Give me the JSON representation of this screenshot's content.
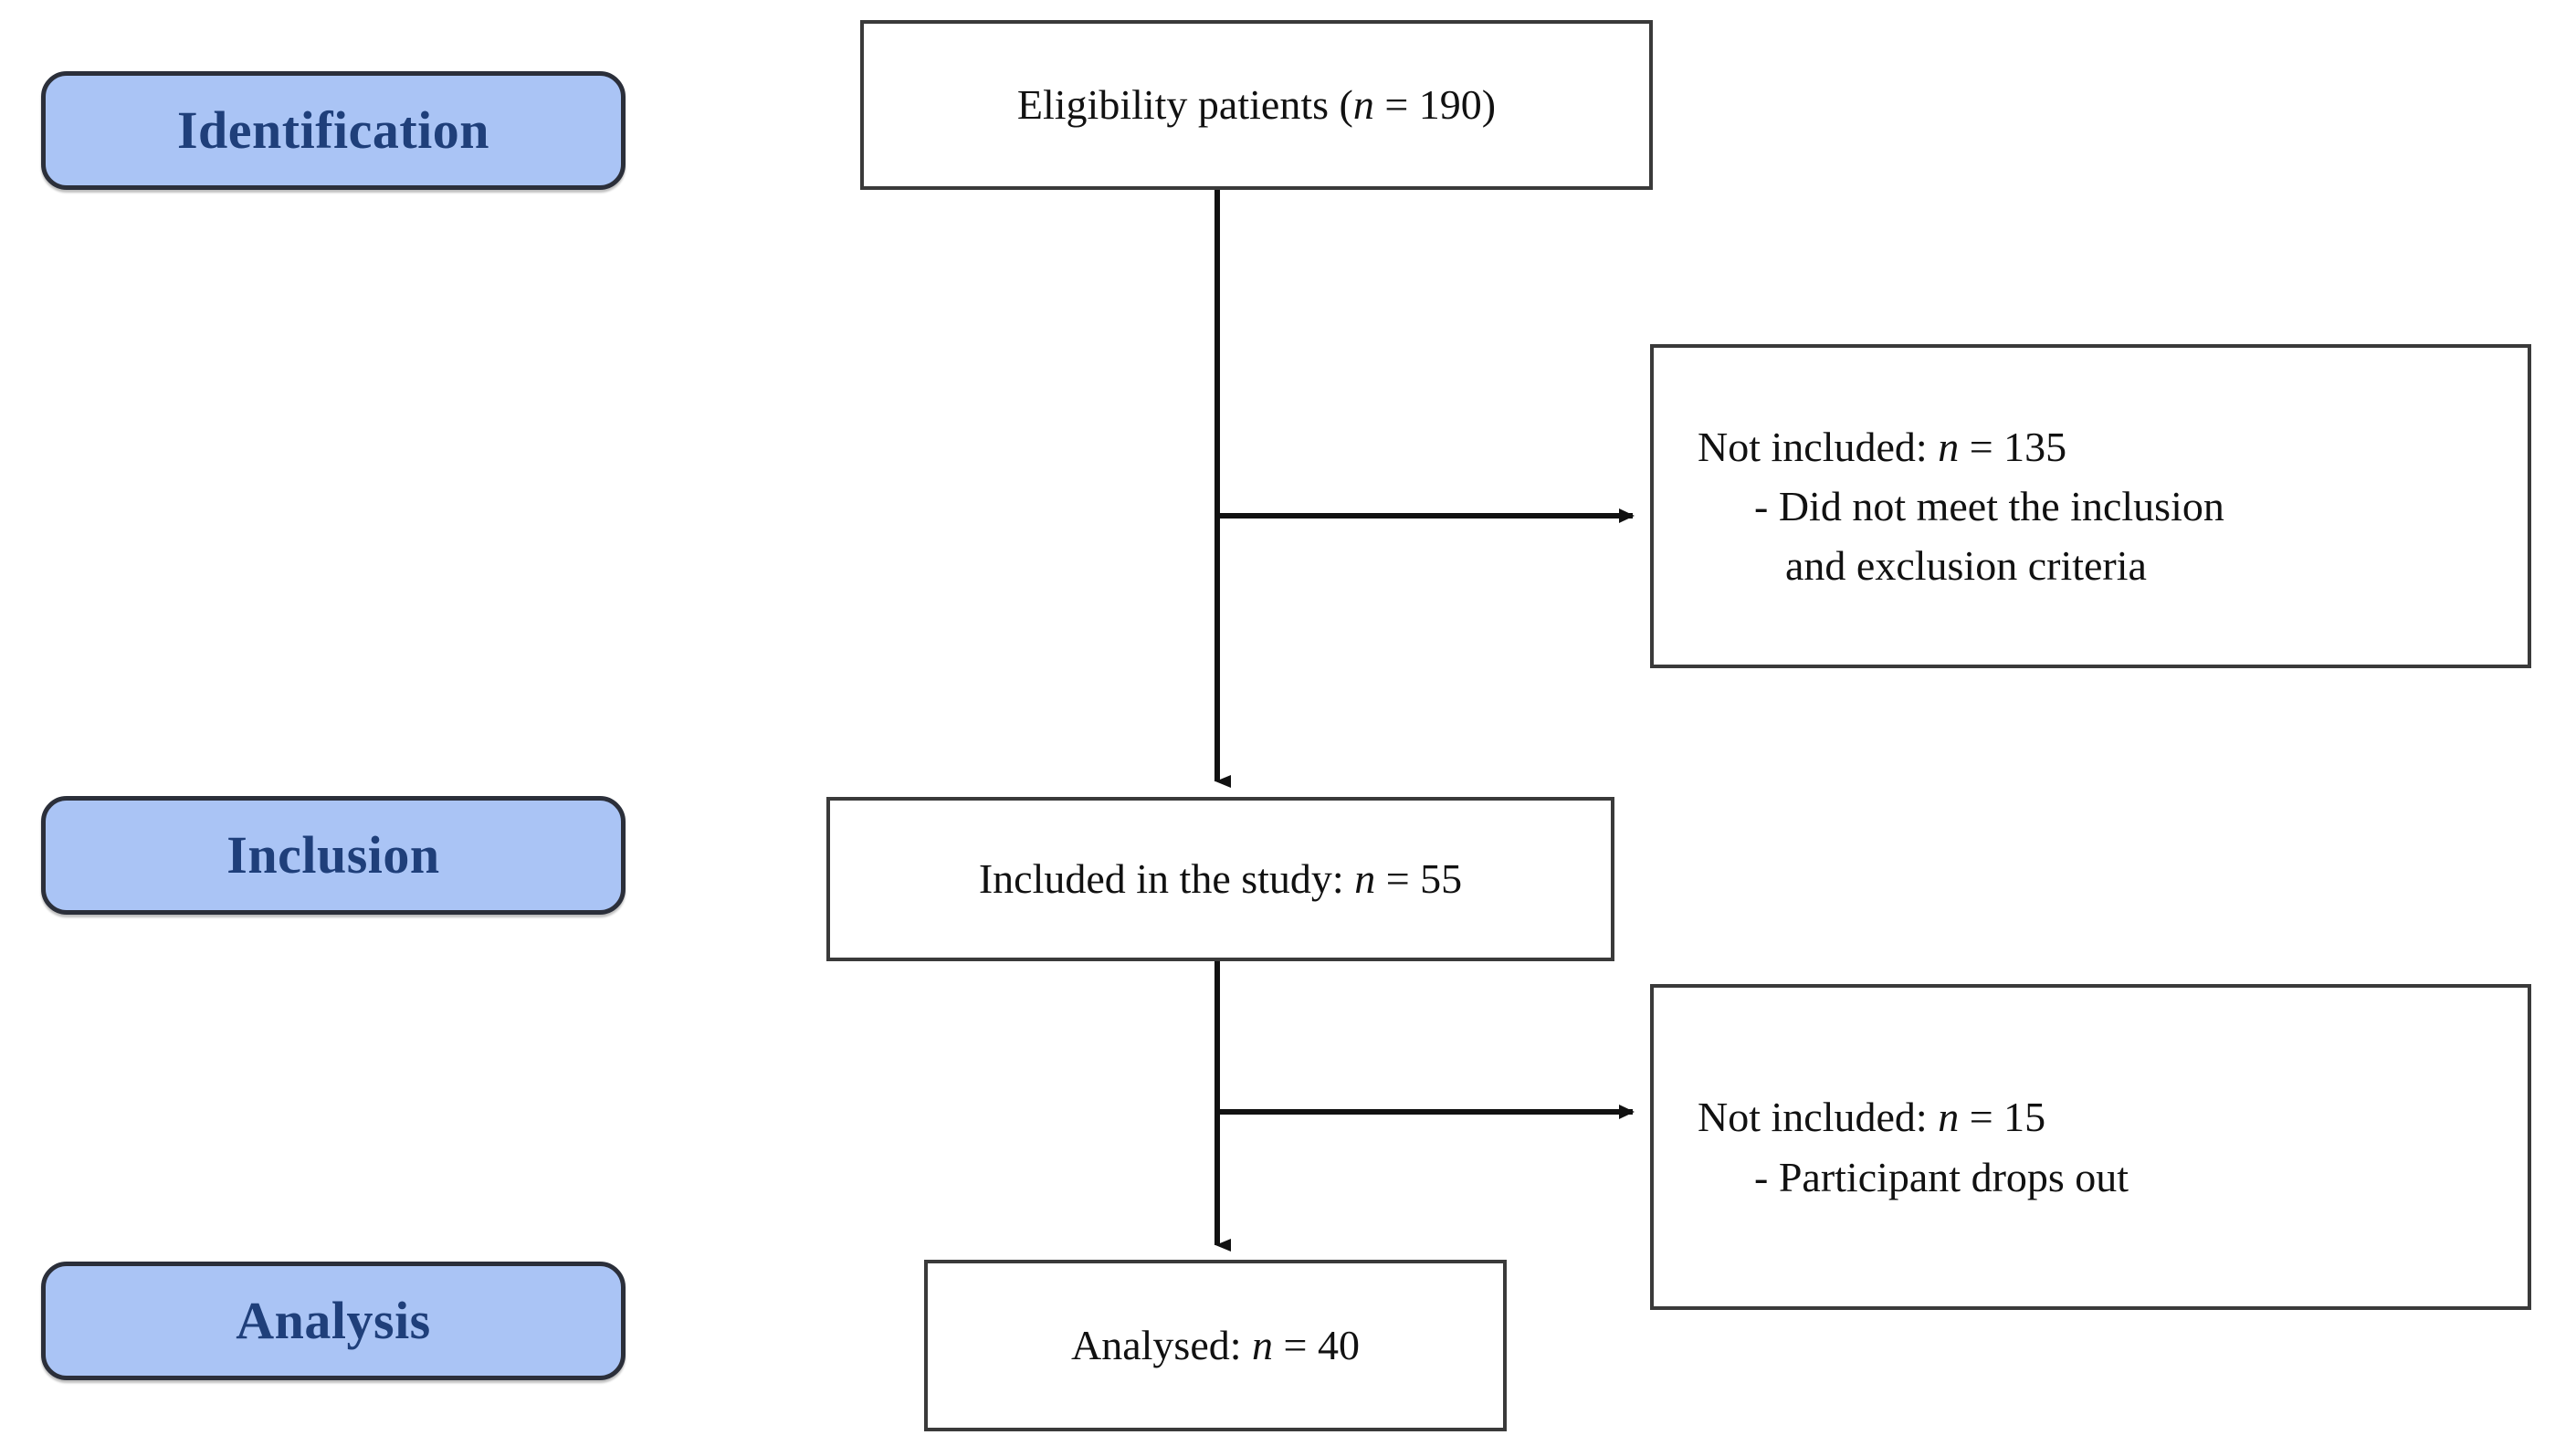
{
  "figure": {
    "type": "prisma-flow-diagram",
    "background_color": "#ffffff",
    "accent_color": "#aac4f5",
    "accent_text_color": "#1f3f7a",
    "box_border_color": "#3a3a3a"
  },
  "stages": [
    {
      "id": "identification",
      "label": "Identification"
    },
    {
      "id": "inclusion",
      "label": "Inclusion"
    },
    {
      "id": "analysis",
      "label": "Analysis"
    }
  ],
  "nodes": {
    "eligibility": {
      "label_prefix": "Eligibility patients (",
      "label_italic": "n",
      "label_suffix": " = 190)"
    },
    "not_included_1": {
      "line1_prefix": "Not included: ",
      "line1_italic": "n",
      "line1_suffix": " = 135",
      "line2": "- Did not meet the inclusion",
      "line3": "and exclusion criteria"
    },
    "included": {
      "label_prefix": "Included in the study: ",
      "label_italic": "n",
      "label_suffix": " = 55"
    },
    "not_included_2": {
      "line1_prefix": "Not included: ",
      "line1_italic": "n",
      "line1_suffix": " = 15",
      "line2": "- Participant drops out"
    },
    "analysed": {
      "label_prefix": "Analysed: ",
      "label_italic": "n",
      "label_suffix": " = 40"
    }
  },
  "counts": {
    "eligibility_patients": 190,
    "not_included_screening": 135,
    "included_in_study": 55,
    "not_included_dropout": 15,
    "analysed": 40
  },
  "arrows": [
    {
      "id": "eligibility-to-included",
      "direction": "down"
    },
    {
      "id": "eligibility-to-not-included-1",
      "direction": "right"
    },
    {
      "id": "included-to-analysed",
      "direction": "down"
    },
    {
      "id": "included-to-not-included-2",
      "direction": "right"
    }
  ]
}
